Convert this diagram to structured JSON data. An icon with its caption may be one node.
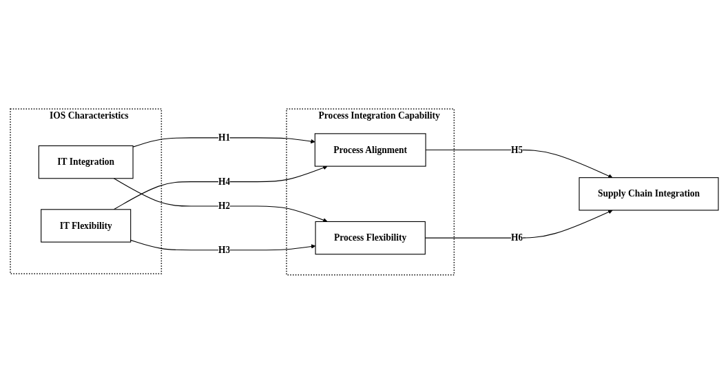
{
  "diagram": {
    "nodes": [
      {
        "text": [
          "IOS Characteristics"
        ]
      },
      {
        "text": [
          "IT Integration"
        ],
        "in": 0
      },
      {
        "text": [
          "IT Flexibility"
        ],
        "in": 0
      },
      {
        "text": [
          "Process Integration Capability"
        ]
      },
      {
        "text": [
          "Process Alignment"
        ],
        "in": 3
      },
      {
        "text": [
          "Process Flexibility"
        ],
        "in": 3
      },
      {
        "text": [
          "Supply Chain Integration"
        ]
      }
    ],
    "edges": [
      {
        "from": 1,
        "to": 4,
        "arrow": "to",
        "label": "H1"
      },
      {
        "from": 1,
        "to": 5,
        "arrow": "to",
        "label": "H2"
      },
      {
        "from": 2,
        "to": 5,
        "arrow": "to",
        "label": "H3"
      },
      {
        "from": 2,
        "to": 4,
        "arrow": "to",
        "label": "H4"
      },
      {
        "from": 4,
        "to": 6,
        "arrow": "to",
        "label": "H5"
      },
      {
        "from": 5,
        "to": 6,
        "arrow": "to",
        "label": "H6"
      }
    ]
  }
}
